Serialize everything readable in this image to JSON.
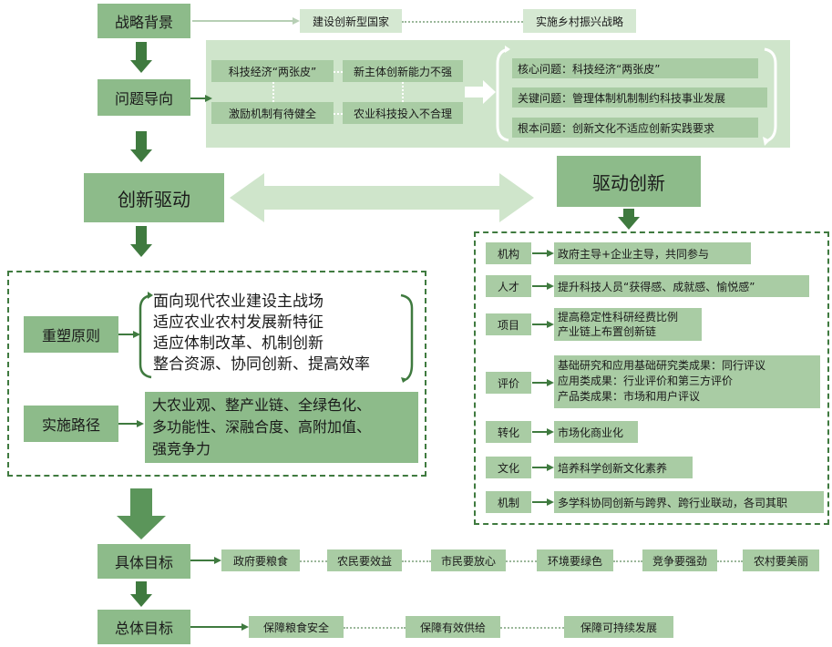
{
  "background_row": {
    "label": "战略背景",
    "items": [
      "建设创新型国家",
      "实施乡村振兴战略"
    ]
  },
  "problem_row": {
    "label": "问题导向",
    "issues": [
      "科技经济“两张皮”",
      "新主体创新能力不强",
      "激励机制有待健全",
      "农业科技投入不合理"
    ],
    "summaries": [
      "核心问题：科技经济“两张皮”",
      "关键问题：管理体制机制制约科技事业发展",
      "根本问题：创新文化不适应创新实践要求"
    ]
  },
  "innovation_driven": {
    "label": "创新驱动"
  },
  "driving_innovation": {
    "label": "驱动创新"
  },
  "principles": {
    "label": "重塑原则",
    "lines": [
      "面向现代农业建设主战场",
      "适应农业农村发展新特征",
      "适应体制改革、机制创新",
      "整合资源、协同创新、提高效率"
    ]
  },
  "paths": {
    "label": "实施路径",
    "lines": [
      "大农业观、整产业链、全绿色化、",
      "多功能性、深融合度、高附加值、",
      "强竞争力"
    ]
  },
  "measures": [
    {
      "label": "机构",
      "lines": [
        "政府主导+企业主导，共同参与"
      ]
    },
    {
      "label": "人才",
      "lines": [
        "提升科技人员“获得感、成就感、愉悦感”"
      ]
    },
    {
      "label": "项目",
      "lines": [
        "提高稳定性科研经费比例",
        "产业链上布置创新链"
      ]
    },
    {
      "label": "评价",
      "lines": [
        "基础研究和应用基础研究类成果：同行评议",
        "应用类成果：行业评价和第三方评价",
        "产品类成果：市场和用户评议"
      ]
    },
    {
      "label": "转化",
      "lines": [
        "市场化商业化"
      ]
    },
    {
      "label": "文化",
      "lines": [
        "培养科学创新文化素养"
      ]
    },
    {
      "label": "机制",
      "lines": [
        "多学科协同创新与跨界、跨行业联动，各司其职"
      ]
    }
  ],
  "specific_goals": {
    "label": "具体目标",
    "items": [
      "政府要粮食",
      "农民要效益",
      "市民要放心",
      "环境要绿色",
      "竞争要强劲",
      "农村要美丽"
    ]
  },
  "overall_goals": {
    "label": "总体目标",
    "items": [
      "保障粮食安全",
      "保障有效供给",
      "保障可持续发展"
    ]
  },
  "colors": {
    "dark_green": "#3f7a3f",
    "box_green": "#8dbb8a",
    "mid_green": "#a9cca4",
    "light_green": "#d5e8d2"
  }
}
